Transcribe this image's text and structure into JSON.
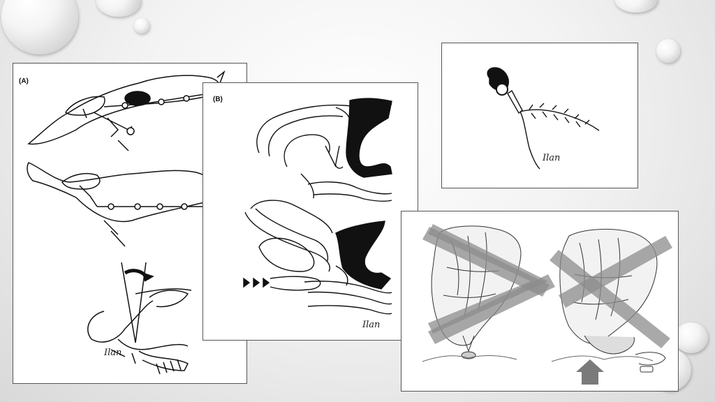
{
  "panels": {
    "a": {
      "label": "(A)",
      "signature": "Ilan"
    },
    "b": {
      "label": "(B)",
      "signature": "Ilan"
    },
    "c": {
      "signature": "Ilan"
    },
    "d": {}
  },
  "colors": {
    "background": "#e8e8e8",
    "ink": "#111111",
    "cross": "#8c8c8c",
    "arrow": "#7a7a7a"
  }
}
